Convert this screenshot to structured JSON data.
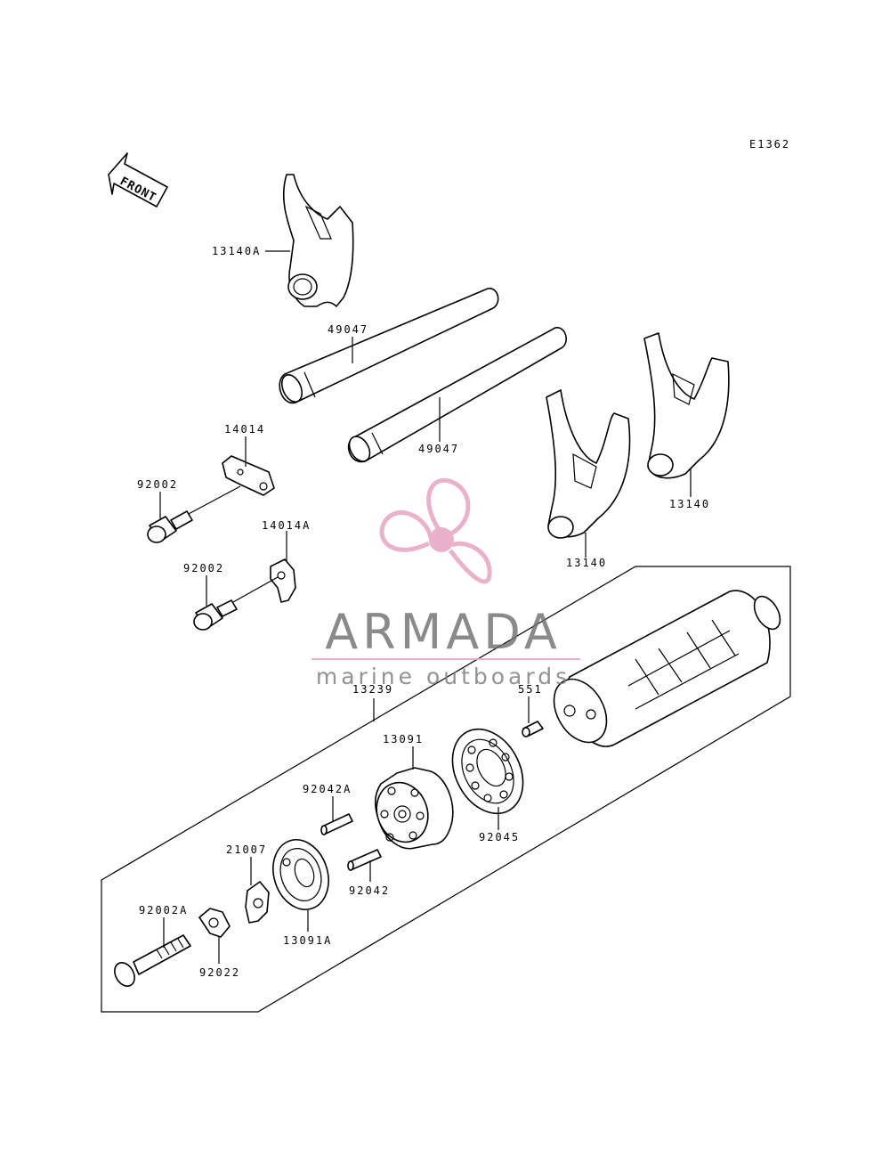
{
  "diagram_code": "E1362",
  "front_label": "FRONT",
  "parts": {
    "fork_13140A": "13140A",
    "shaft_upper": "49047",
    "shaft_lower": "49047",
    "plate_14014": "14014",
    "plate_14014A": "14014A",
    "bolt_upper": "92002",
    "bolt_lower": "92002",
    "fork_13140_left": "13140",
    "fork_13140_right": "13140",
    "drum_13239": "13239",
    "pin_551": "551",
    "plate_13091": "13091",
    "pin_92042A": "92042A",
    "pin_92042": "92042",
    "bearing_92045": "92045",
    "stopper_21007": "21007",
    "plate_13091A": "13091A",
    "bolt_92002A": "92002A",
    "washer_92022": "92022"
  },
  "watermark": {
    "title": "ARMADA",
    "subtitle": "marine outboards",
    "color_pink": "#e8a9c6",
    "color_gray": "#6f6f6f"
  }
}
